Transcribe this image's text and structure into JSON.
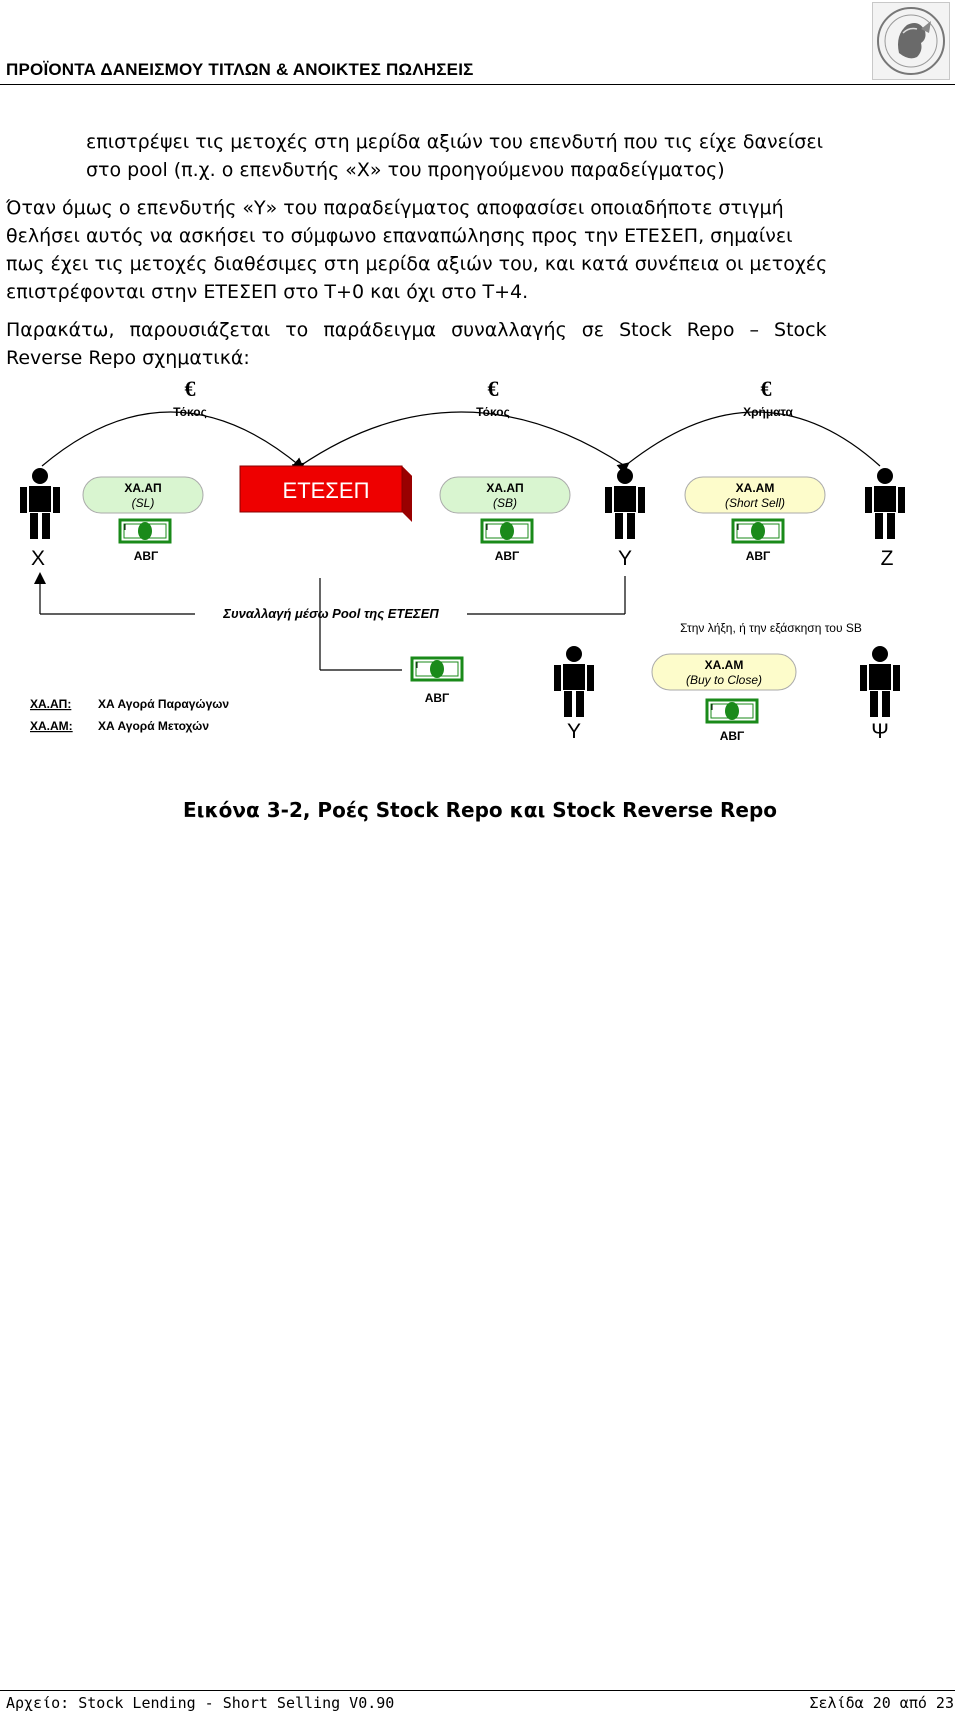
{
  "header": {
    "title": "ΠΡΟΪΟΝΤΑ ΔΑΝΕΙΣΜΟΥ ΤΙΤΛΩΝ & ΑΝΟΙΚΤΕΣ ΠΩΛΗΣΕΙΣ"
  },
  "body": {
    "para1_line1": "επιστρέψει τις μετοχές στη μερίδα αξιών του επενδυτή που τις είχε δανείσει",
    "para1_line2": "στο pool (π.χ. ο επενδυτής «Χ» του προηγούμενου παραδείγματος)",
    "para2_line1": "Όταν όμως ο επενδυτής «Υ» του παραδείγματος αποφασίσει οποιαδήποτε στιγμή",
    "para2_line2": "θελήσει αυτός να ασκήσει το σύμφωνο επαναπώλησης προς την ΕΤΕΣΕΠ, σημαίνει",
    "para2_line3": "πως έχει τις μετοχές διαθέσιμες στη μερίδα αξιών του, και κατά συνέπεια οι μετοχές",
    "para2_line4": "επιστρέφονται στην ΕΤΕΣΕΠ στο Τ+0 και όχι στο Τ+4.",
    "para3_line1": "Παρακάτω, παρουσιάζεται το παράδειγμα συναλλαγής σε Stock Repo – Stock",
    "para3_line2": "Reverse Repo σχηματικά:"
  },
  "diagram": {
    "euro": "€",
    "flow1": "Τόκος",
    "flow2": "Τόκος",
    "flow3": "Χρήματα",
    "actor_x": "X",
    "actor_y": "Y",
    "actor_z": "Z",
    "actor_y2": "Y",
    "actor_psi": "Ψ",
    "etesep": "ΕΤΕΣΕΠ",
    "oval1_title": "ΧΑ.ΑΠ",
    "oval1_sub": "(SL)",
    "oval2_title": "ΧΑ.ΑΠ",
    "oval2_sub": "(SB)",
    "oval3_title": "ΧΑ.ΑΜ",
    "oval3_sub": "(Short Sell)",
    "oval4_title": "ΧΑ.ΑΜ",
    "oval4_sub": "(Buy to Close)",
    "stock": "ΑΒΓ",
    "pool_label": "Συναλλαγή μέσω Pool της ΕΤΕΣΕΠ",
    "expiry_label": "Στην λήξη, ή την εξάσκηση του SB",
    "legend1_key": "ΧΑ.ΑΠ:",
    "legend1_val": "ΧΑ Αγορά Παραγώγων",
    "legend2_key": "ΧΑ.ΑΜ:",
    "legend2_val": "ΧΑ Αγορά Μετοχών",
    "colors": {
      "oval_green": "#d9f5d0",
      "oval_yellow": "#fdfccb",
      "etesep_red": "#ee0000",
      "coin_green": "#1a8a1a"
    }
  },
  "caption": "Εικόνα 3-2, Ροές Stock Repo και Stock Reverse Repo",
  "footer": {
    "left": "Αρχείο: Stock Lending - Short Selling V0.90",
    "right": "Σελίδα 20 από 23"
  }
}
